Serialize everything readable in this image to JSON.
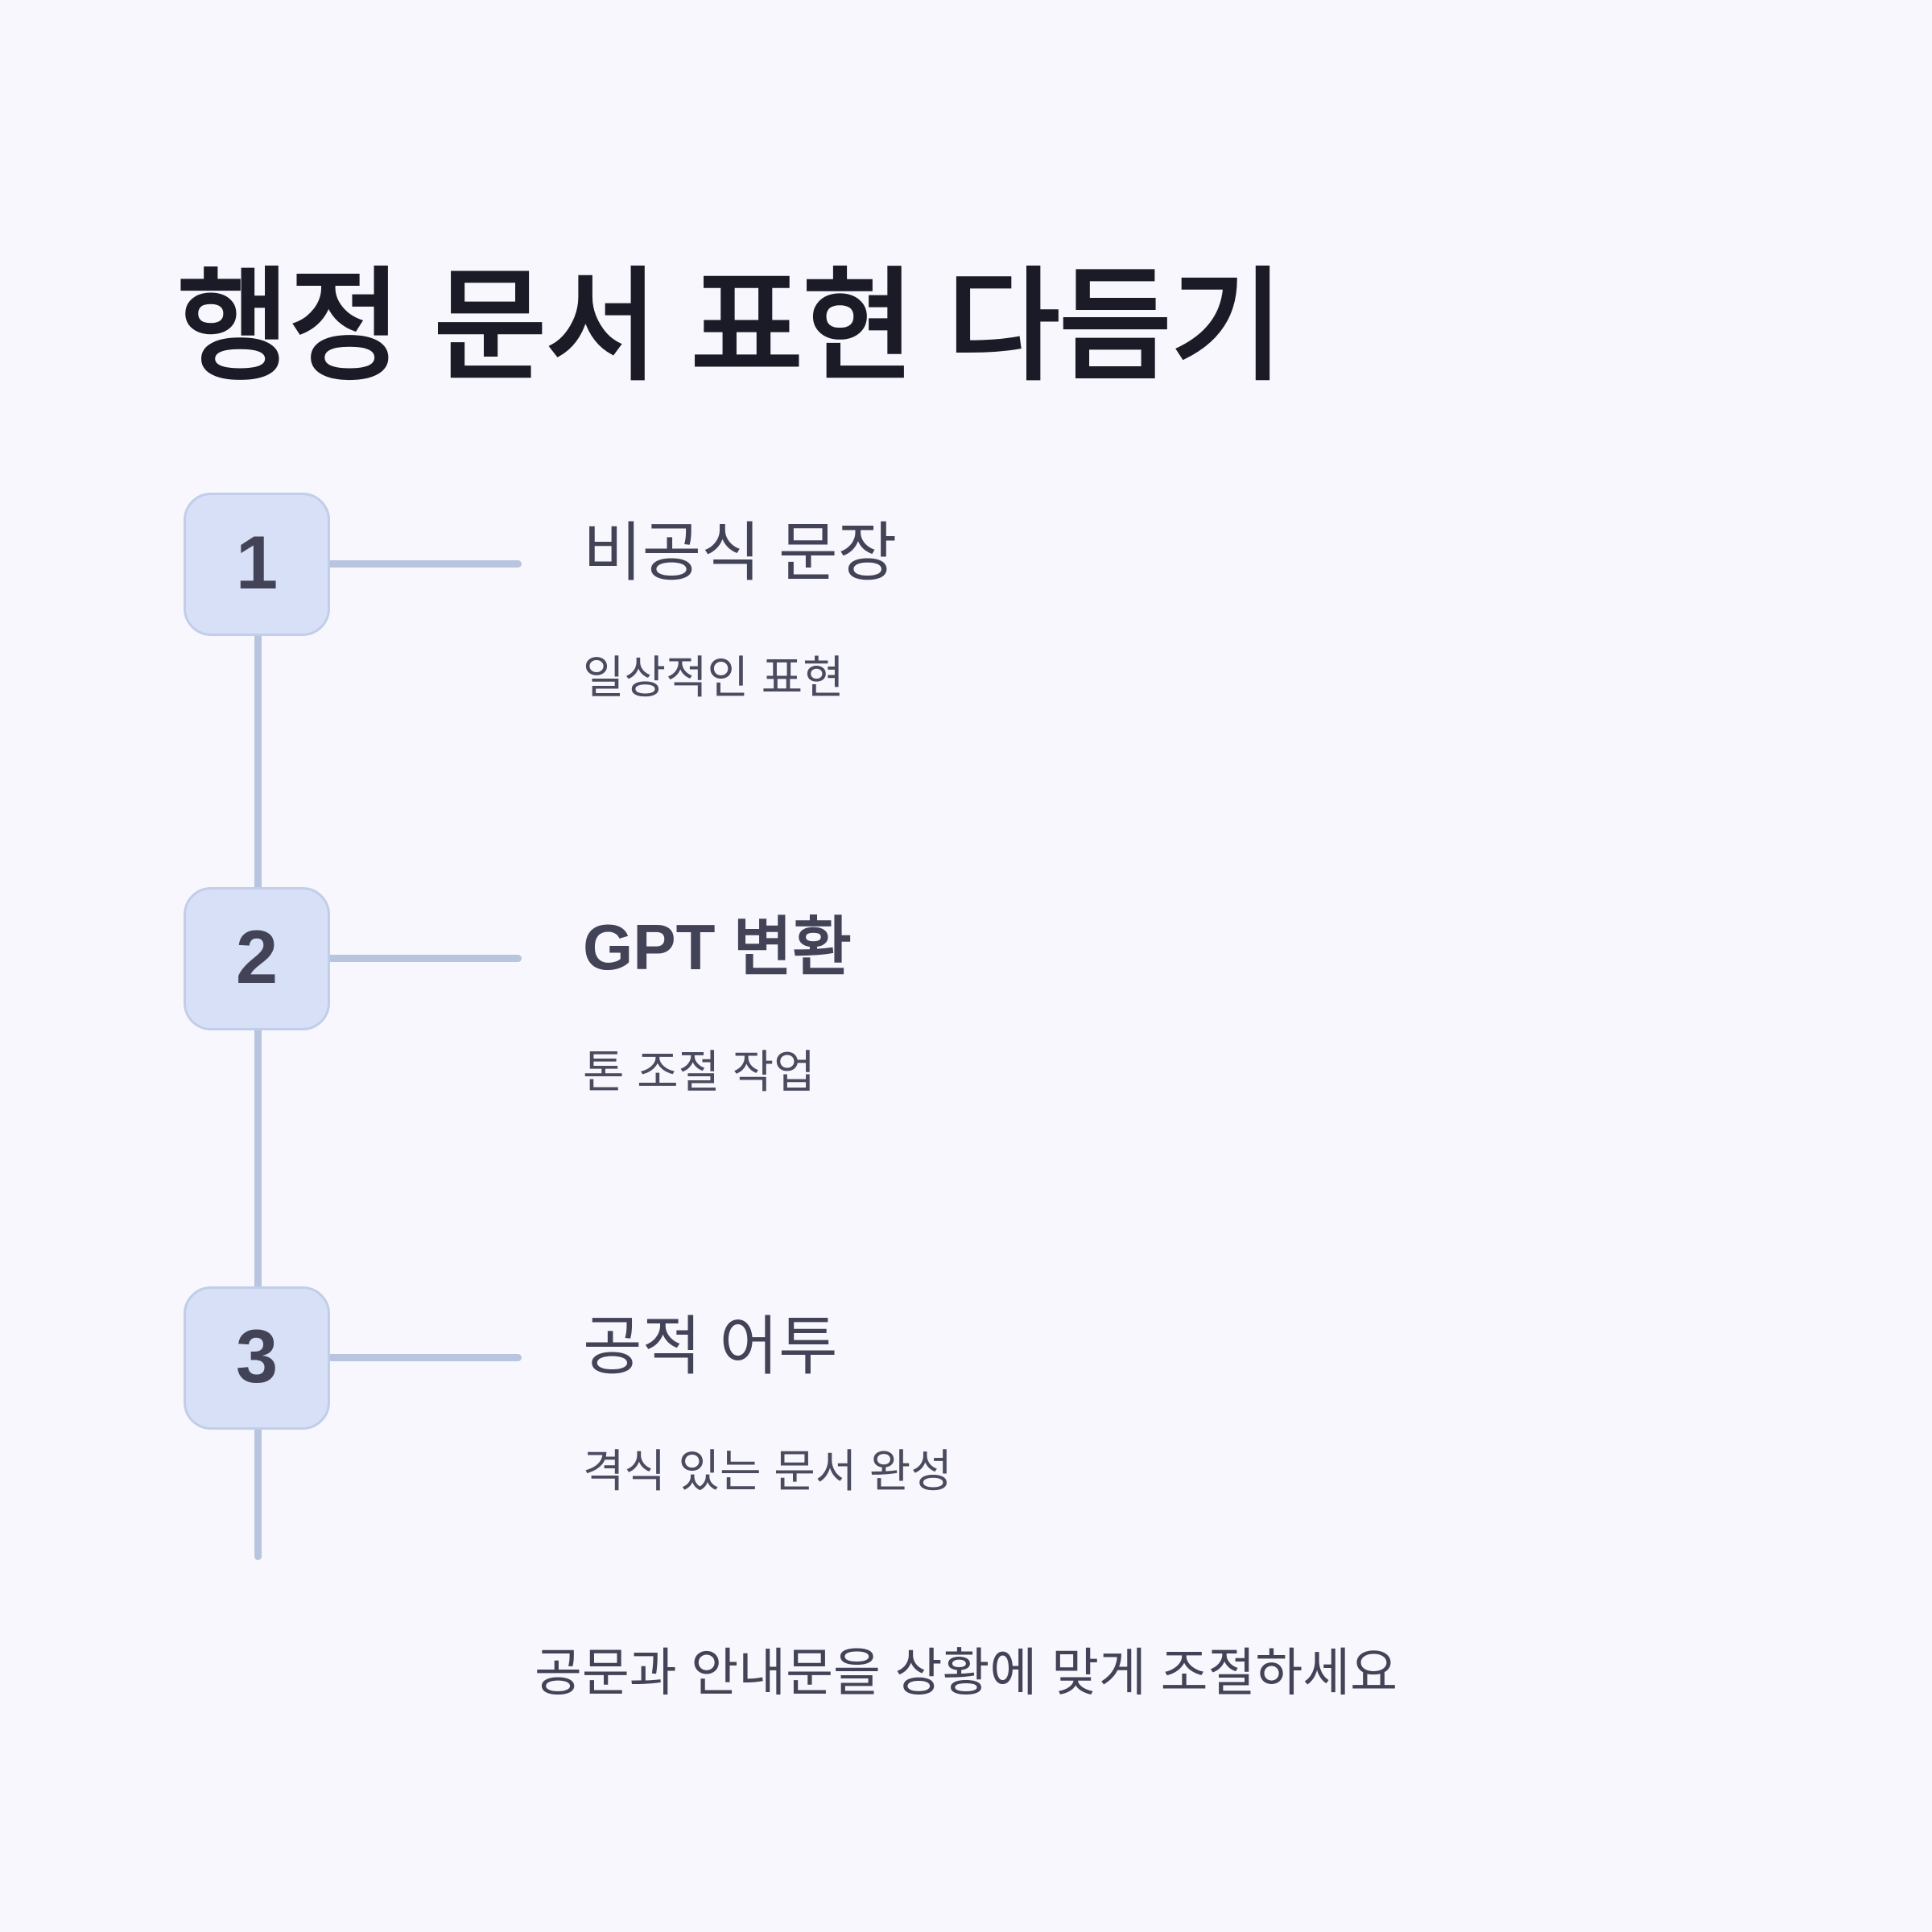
{
  "title": "행정 문서 표현 다듬기",
  "timeline": {
    "steps": [
      {
        "number": "1",
        "title": "비공식 문장",
        "subtitle": "일상적인 표현",
        "emphasis": false
      },
      {
        "number": "2",
        "title": "GPT 변환",
        "subtitle": "톤 조절 작업",
        "emphasis": true
      },
      {
        "number": "3",
        "title": "공적 어투",
        "subtitle": "격식 있는 문서 완성",
        "emphasis": false
      }
    ]
  },
  "caption": "공문과 안내문을 상황에 맞게 조절하세요",
  "colors": {
    "background": "#f8f7fd",
    "title": "#1b1b27",
    "step_title": "#434358",
    "step_subtitle": "#4b4b60",
    "badge_fill": "#d7e0f6",
    "badge_border": "#c1cee9",
    "connector": "#b8c5de"
  }
}
